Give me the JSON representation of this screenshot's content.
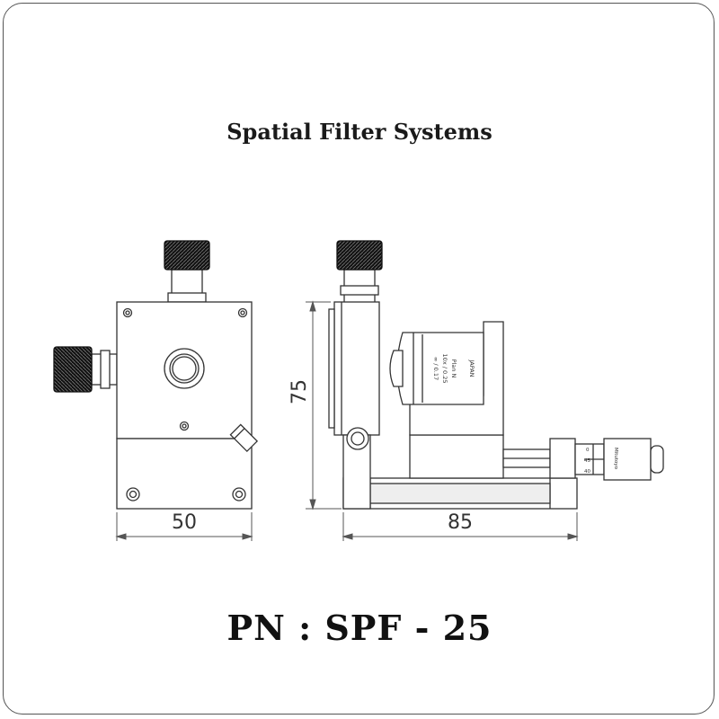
{
  "title": "Spatial Filter Systems",
  "part_number": "PN : SPF - 25",
  "dimensions": {
    "front_width": "50",
    "side_height": "75",
    "side_width": "85"
  },
  "objective_label": {
    "brand": "JAPAN",
    "line1": "Plan N",
    "line2": "10x / 0.25",
    "line3": "∞ / 0.17"
  },
  "micrometer_label": {
    "brand": "Mitutoyo",
    "scale": [
      "0",
      "45",
      "40"
    ]
  },
  "colors": {
    "line": "#333333",
    "fill": "#ffffff",
    "shade": "#e6e6e6"
  }
}
